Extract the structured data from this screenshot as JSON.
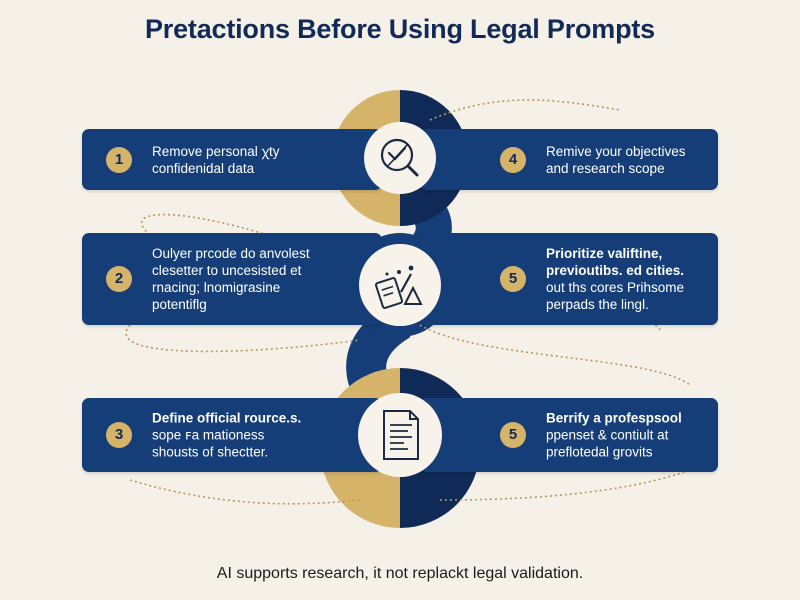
{
  "title": "Pretactions Before Using Legal Prompts",
  "colors": {
    "background": "#f5f1e8",
    "navy": "#153e78",
    "dark_navy": "#0f2a56",
    "gold": "#d5b46a",
    "title": "#112a58"
  },
  "steps": [
    {
      "number": "1",
      "lines": [
        "Remove personal ꭓty",
        "confidenidal data"
      ],
      "bold": false
    },
    {
      "number": "4",
      "lines": [
        "Remive your objectives",
        "and research scope"
      ],
      "bold": false
    },
    {
      "number": "2",
      "lines": [
        "Oulyer prcode do anvolest",
        "clesetter to uncesisted et",
        "rnacing; lnomigrasine",
        "potentiflg"
      ],
      "bold": false
    },
    {
      "number": "5",
      "lines": [
        "Prioritize valiftine,",
        "previoutibs. ed cities.",
        "out ths cores Prihsome",
        "perpads the lingl."
      ],
      "bold_lines": 2
    },
    {
      "number": "3",
      "lines": [
        "Define official rource.s.",
        "sope ꜰa mationess",
        "shousts of shectter."
      ],
      "bold_lines": 1
    },
    {
      "number": "5",
      "lines": [
        "Berrify a profespsool",
        "ppenset & contiult at",
        "preflotedal grovits"
      ],
      "bold_lines": 1
    }
  ],
  "icons": [
    "magnifier-check-icon",
    "balance-gavel-icon",
    "document-icon"
  ],
  "footer": "AI supports research, it not replackt legal validation."
}
